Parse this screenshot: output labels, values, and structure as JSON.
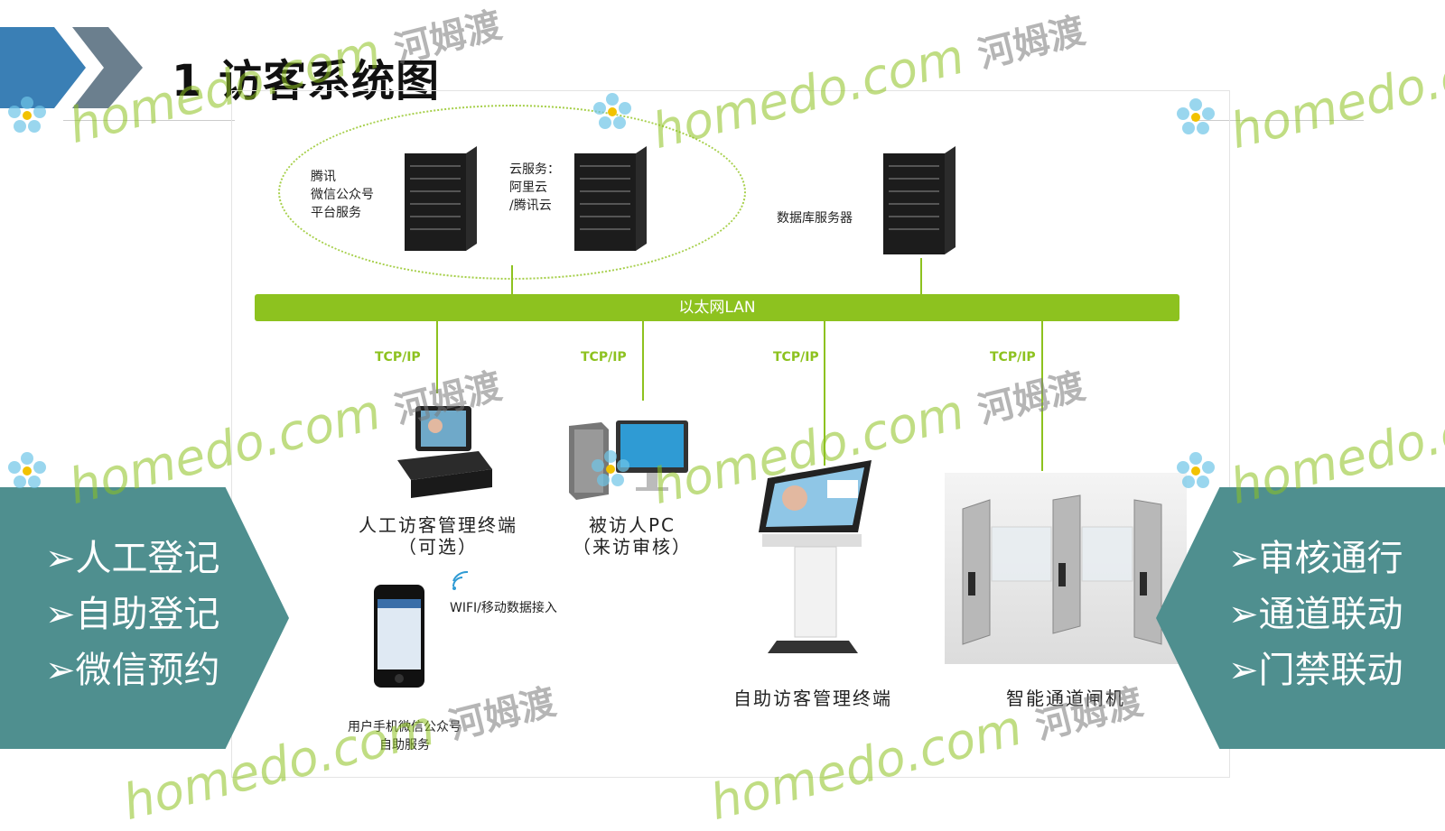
{
  "title": "1 访客系统图",
  "cloud": {
    "tencent_text": [
      "腾讯",
      "微信公众号",
      "平台服务"
    ],
    "cloud_text": [
      "云服务：",
      "阿里云",
      "/腾讯云"
    ]
  },
  "database_label": "数据库服务器",
  "lan_label": "以太网LAN",
  "tcp_labels": [
    "TCP/IP",
    "TCP/IP",
    "TCP/IP",
    "TCP/IP"
  ],
  "devices": {
    "manual_terminal": [
      "人工访客管理终端",
      "（可选）"
    ],
    "visited_pc": [
      "被访人PC",
      "（来访审核）"
    ],
    "self_terminal": "自助访客管理终端",
    "gate": "智能通道闸机",
    "wifi": "WIFI/移动数据接入",
    "phone": [
      "用户手机微信公众号",
      "自助服务"
    ]
  },
  "left_panel": [
    "➢人工登记",
    "➢自助登记",
    "➢微信预约"
  ],
  "right_panel": [
    "➢审核通行",
    "➢通道联动",
    "➢门禁联动"
  ],
  "watermark": {
    "latin": "homedo.com",
    "cn": "河姆渡"
  },
  "colors": {
    "accent_green": "#8dc21f",
    "panel_teal": "#4f8f8f",
    "chevron_blue": "#3a7fb5",
    "chevron_grey": "#6b7f8e"
  }
}
